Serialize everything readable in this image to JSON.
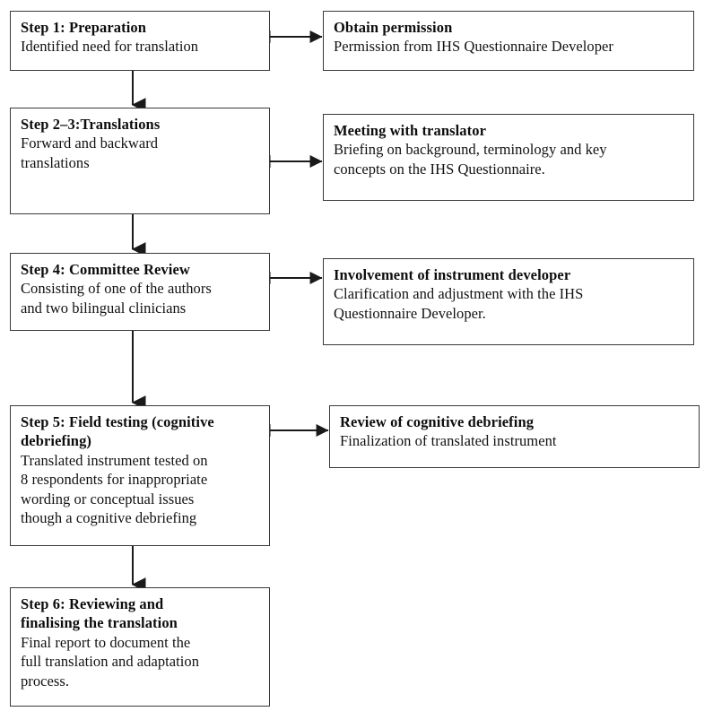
{
  "diagram": {
    "type": "flowchart",
    "orientation": "vertical-with-side-branches",
    "line_color": "#1a1a1a",
    "box_border_color": "#3a3a3a",
    "background_color": "#ffffff",
    "steps": [
      {
        "id": "step-1",
        "title": "Step 1: Preparation",
        "body": "Identified need for translation"
      },
      {
        "id": "step-2-3",
        "title": "Step 2–3:Translations",
        "body": "Forward and backward\ntranslations"
      },
      {
        "id": "step-4",
        "title": "Step 4: Committee Review",
        "body": "Consisting of one of the authors\nand two bilingual clinicians"
      },
      {
        "id": "step-5",
        "title": "Step 5: Field testing (cognitive\ndebriefing)",
        "body": "Translated instrument tested on\n8 respondents for inappropriate\nwording or conceptual issues\nthough a cognitive debriefing"
      },
      {
        "id": "step-6",
        "title": "Step 6: Reviewing and\nfinalising the translation",
        "body": "Final report to document the\nfull translation and adaptation\nprocess."
      }
    ],
    "side_notes": [
      {
        "id": "note-permission",
        "title": "Obtain permission",
        "body": "Permission from IHS Questionnaire Developer"
      },
      {
        "id": "note-meeting",
        "title": "Meeting with translator",
        "body": "Briefing on background, terminology and key\nconcepts on the IHS Questionnaire."
      },
      {
        "id": "note-involvement",
        "title": "Involvement of instrument developer",
        "body": "Clarification and adjustment with the IHS\nQuestionnaire Developer."
      },
      {
        "id": "note-review",
        "title": "Review of cognitive debriefing",
        "body": "Finalization of translated instrument"
      }
    ],
    "connectors": {
      "vertical_arrows": [
        {
          "from": "step-1",
          "to": "step-2-3",
          "style": "single-arrow-down"
        },
        {
          "from": "step-2-3",
          "to": "step-4",
          "style": "single-arrow-down"
        },
        {
          "from": "step-4",
          "to": "step-5",
          "style": "single-arrow-down"
        },
        {
          "from": "step-5",
          "to": "step-6",
          "style": "single-arrow-down"
        }
      ],
      "horizontal_arrows": [
        {
          "from": "step-1",
          "to": "note-permission",
          "style": "double-headed"
        },
        {
          "from": "step-2-3",
          "to": "note-meeting",
          "style": "double-headed"
        },
        {
          "from": "step-4",
          "to": "note-involvement",
          "style": "double-headed"
        },
        {
          "from": "step-5",
          "to": "note-review",
          "style": "double-headed"
        }
      ]
    }
  }
}
